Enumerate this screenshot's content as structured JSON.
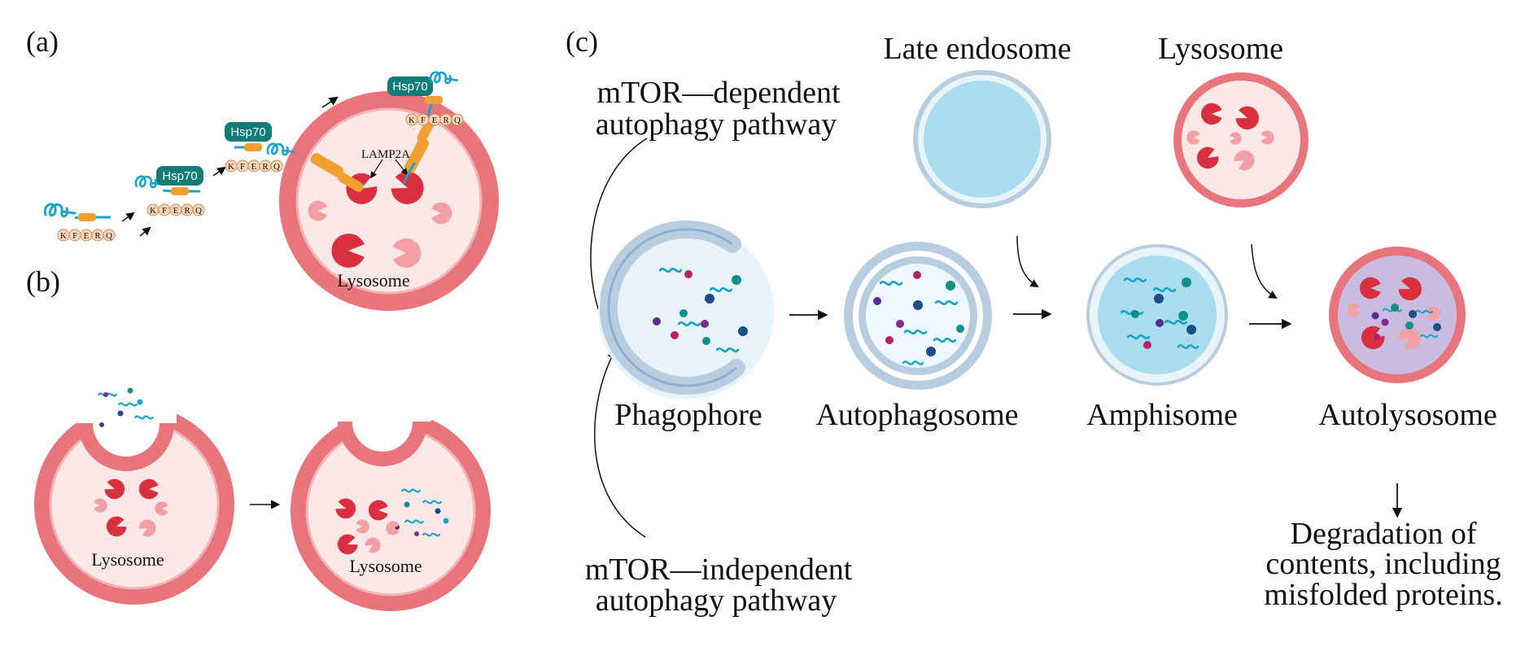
{
  "panels": {
    "a": "(a)",
    "b": "(b)",
    "c": "(c)"
  },
  "panel_a": {
    "chaperone": "Hsp70",
    "receptor": "LAMP2A",
    "organelle": "Lysosome",
    "motif": [
      "K",
      "F",
      "E",
      "R",
      "Q"
    ]
  },
  "panel_b": {
    "organelle_left": "Lysosome",
    "organelle_right": "Lysosome"
  },
  "panel_c": {
    "mtor_dependent_line1": "mTOR—dependent",
    "mtor_dependent_line2": "autophagy pathway",
    "mtor_independent_line1": "mTOR—independent",
    "mtor_independent_line2": "autophagy pathway",
    "late_endosome": "Late endosome",
    "lysosome": "Lysosome",
    "phagophore": "Phagophore",
    "autophagosome": "Autophagosome",
    "amphisome": "Amphisome",
    "autolysosome": "Autolysosome",
    "degradation_line1": "Degradation of",
    "degradation_line2": "contents, including",
    "degradation_line3": "misfolded proteins."
  },
  "colors": {
    "lysosome_membrane": "#e8747c",
    "lysosome_lumen": "#fde8e8",
    "enzyme_dark": "#d9303f",
    "enzyme_light": "#f2a0a4",
    "hsp70": "#127c78",
    "protein": "#1ba6c9",
    "vesicle_blue": "#a9dcef",
    "membrane_blue": "#b8cee0"
  }
}
